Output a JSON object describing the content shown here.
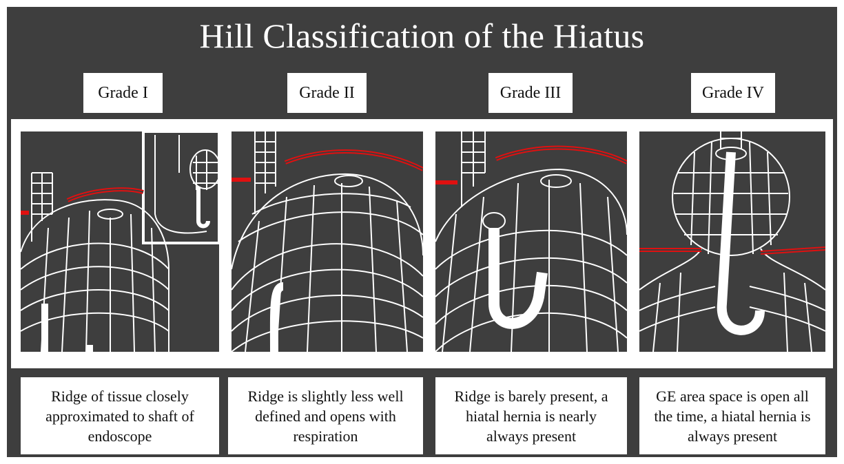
{
  "title": "Hill Classification of the Hiatus",
  "grades": [
    {
      "label": "Grade I",
      "description": "Ridge of tissue closely approximated to shaft of endoscope"
    },
    {
      "label": "Grade II",
      "description": "Ridge is slightly less well defined and opens with respiration"
    },
    {
      "label": "Grade III",
      "description": "Ridge is barely present, a hiatal hernia is nearly always present"
    },
    {
      "label": "Grade IV",
      "description": "GE area space is open all the time, a hiatal hernia is always present"
    }
  ],
  "colors": {
    "background": "#3e3e3e",
    "panel": "#3e3e3e",
    "mesh": "#ffffff",
    "ridge": "#e01010"
  }
}
